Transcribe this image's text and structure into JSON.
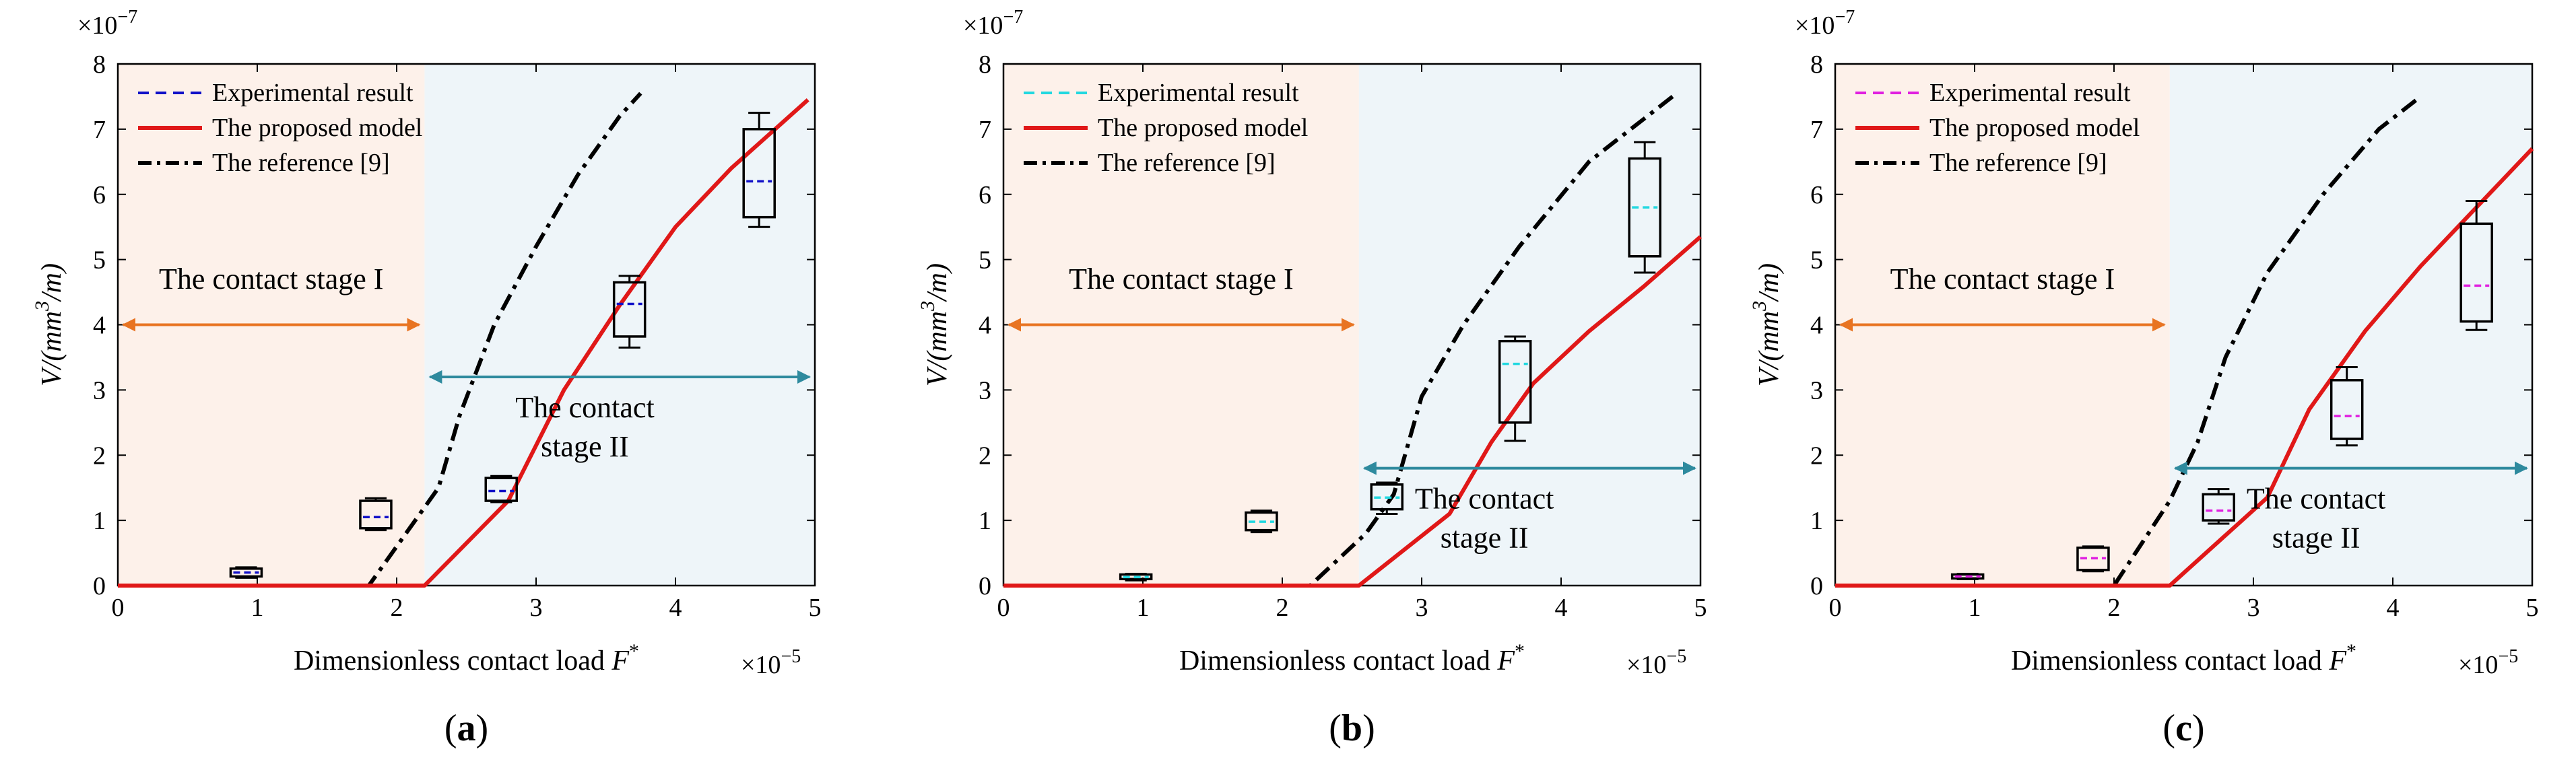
{
  "figure": {
    "panel_letters": [
      "(a)",
      "(b)",
      "(c)"
    ],
    "colors": {
      "experimental_a": "#1010c8",
      "experimental_b": "#22d8e0",
      "experimental_c": "#e020e0",
      "model": "#e01818",
      "reference": "#000000",
      "stage1_fill": "#fdf1ea",
      "stage2_fill": "#eef5f9",
      "stage1_arrow": "#e87422",
      "stage2_arrow": "#2e8a9e"
    }
  },
  "chart_data": [
    {
      "type": "line",
      "panel": "(a)",
      "xlabel": "Dimensionless contact load F*",
      "ylabel": "V/(mm^3/m)",
      "x_multiplier": "×10^-5",
      "y_multiplier": "×10^-7",
      "xlim": [
        0,
        5
      ],
      "ylim": [
        0,
        8
      ],
      "xticks": [
        0,
        1,
        2,
        3,
        4,
        5
      ],
      "yticks": [
        0,
        1,
        2,
        3,
        4,
        5,
        6,
        7,
        8
      ],
      "legend": [
        "Experimental result",
        "The proposed model",
        "The reference [9]"
      ],
      "legend_position": "top-left",
      "stage_boundary": 2.2,
      "stage1_label": "The contact stage I",
      "stage2_label": [
        "The contact",
        "stage II"
      ],
      "stage2_arrow_y": 3.2,
      "model": {
        "x": [
          0,
          2.2,
          2.8,
          3.2,
          3.6,
          4.0,
          4.4,
          4.95
        ],
        "y": [
          0,
          0,
          1.3,
          3.0,
          4.3,
          5.5,
          6.4,
          7.45
        ]
      },
      "reference": {
        "x": [
          0,
          1.8,
          2.3,
          2.45,
          2.7,
          3.0,
          3.3,
          3.6,
          3.75
        ],
        "y": [
          0,
          0,
          1.5,
          2.6,
          4.0,
          5.2,
          6.3,
          7.2,
          7.55
        ]
      },
      "boxes": [
        {
          "x": 0.92,
          "min": 0.12,
          "q1": 0.14,
          "median": 0.2,
          "q3": 0.26,
          "max": 0.28
        },
        {
          "x": 1.85,
          "min": 0.85,
          "q1": 0.88,
          "median": 1.05,
          "q3": 1.3,
          "max": 1.34
        },
        {
          "x": 2.75,
          "min": 1.28,
          "q1": 1.3,
          "median": 1.45,
          "q3": 1.65,
          "max": 1.68
        },
        {
          "x": 3.67,
          "min": 3.65,
          "q1": 3.82,
          "median": 4.32,
          "q3": 4.65,
          "max": 4.75
        },
        {
          "x": 4.6,
          "min": 5.5,
          "q1": 5.65,
          "median": 6.2,
          "q3": 7.0,
          "max": 7.25
        }
      ]
    },
    {
      "type": "line",
      "panel": "(b)",
      "xlabel": "Dimensionless contact load F*",
      "ylabel": "V/(mm^3/m)",
      "x_multiplier": "×10^-5",
      "y_multiplier": "×10^-7",
      "xlim": [
        0,
        5
      ],
      "ylim": [
        0,
        8
      ],
      "xticks": [
        0,
        1,
        2,
        3,
        4,
        5
      ],
      "yticks": [
        0,
        1,
        2,
        3,
        4,
        5,
        6,
        7,
        8
      ],
      "legend": [
        "Experimental result",
        "The proposed model",
        "The reference [9]"
      ],
      "legend_position": "top-left",
      "stage_boundary": 2.55,
      "stage1_label": "The contact stage I",
      "stage2_label": [
        "The contact",
        "stage II"
      ],
      "stage2_arrow_y": 1.8,
      "model": {
        "x": [
          0,
          2.55,
          3.2,
          3.5,
          3.8,
          4.2,
          4.6,
          5.0
        ],
        "y": [
          0,
          0,
          1.1,
          2.2,
          3.1,
          3.9,
          4.6,
          5.35
        ]
      },
      "reference": {
        "x": [
          0,
          2.2,
          2.6,
          2.8,
          3.0,
          3.3,
          3.7,
          4.2,
          4.8
        ],
        "y": [
          0,
          0,
          0.8,
          1.4,
          2.9,
          4.0,
          5.2,
          6.5,
          7.5
        ]
      },
      "boxes": [
        {
          "x": 0.95,
          "min": 0.08,
          "q1": 0.1,
          "median": 0.13,
          "q3": 0.17,
          "max": 0.18
        },
        {
          "x": 1.85,
          "min": 0.82,
          "q1": 0.85,
          "median": 0.98,
          "q3": 1.12,
          "max": 1.15
        },
        {
          "x": 2.75,
          "min": 1.1,
          "q1": 1.17,
          "median": 1.35,
          "q3": 1.55,
          "max": 1.58
        },
        {
          "x": 3.67,
          "min": 2.22,
          "q1": 2.5,
          "median": 3.4,
          "q3": 3.75,
          "max": 3.82
        },
        {
          "x": 4.6,
          "min": 4.8,
          "q1": 5.05,
          "median": 5.8,
          "q3": 6.55,
          "max": 6.8
        }
      ]
    },
    {
      "type": "line",
      "panel": "(c)",
      "xlabel": "Dimensionless contact load F*",
      "ylabel": "V/(mm^3/m)",
      "x_multiplier": "×10^-5",
      "y_multiplier": "×10^-7",
      "xlim": [
        0,
        5
      ],
      "ylim": [
        0,
        8
      ],
      "xticks": [
        0,
        1,
        2,
        3,
        4,
        5
      ],
      "yticks": [
        0,
        1,
        2,
        3,
        4,
        5,
        6,
        7,
        8
      ],
      "legend": [
        "Experimental result",
        "The proposed model",
        "The reference [9]"
      ],
      "legend_position": "top-left",
      "stage_boundary": 2.4,
      "stage1_label": "The contact stage I",
      "stage2_label": [
        "The contact",
        "stage II"
      ],
      "stage2_arrow_y": 1.8,
      "model": {
        "x": [
          0,
          2.4,
          3.1,
          3.4,
          3.8,
          4.2,
          4.6,
          5.0
        ],
        "y": [
          0,
          0,
          1.35,
          2.7,
          3.9,
          4.9,
          5.8,
          6.7
        ]
      },
      "reference": {
        "x": [
          0,
          2.0,
          2.4,
          2.6,
          2.8,
          3.1,
          3.5,
          3.9,
          4.2
        ],
        "y": [
          0,
          0,
          1.3,
          2.2,
          3.5,
          4.8,
          6.0,
          7.0,
          7.5
        ]
      },
      "boxes": [
        {
          "x": 0.95,
          "min": 0.1,
          "q1": 0.11,
          "median": 0.14,
          "q3": 0.17,
          "max": 0.18
        },
        {
          "x": 1.85,
          "min": 0.22,
          "q1": 0.24,
          "median": 0.42,
          "q3": 0.58,
          "max": 0.6
        },
        {
          "x": 2.75,
          "min": 0.95,
          "q1": 1.0,
          "median": 1.15,
          "q3": 1.4,
          "max": 1.48
        },
        {
          "x": 3.67,
          "min": 2.15,
          "q1": 2.25,
          "median": 2.6,
          "q3": 3.15,
          "max": 3.35
        },
        {
          "x": 4.6,
          "min": 3.92,
          "q1": 4.05,
          "median": 4.6,
          "q3": 5.55,
          "max": 5.9
        }
      ]
    }
  ]
}
